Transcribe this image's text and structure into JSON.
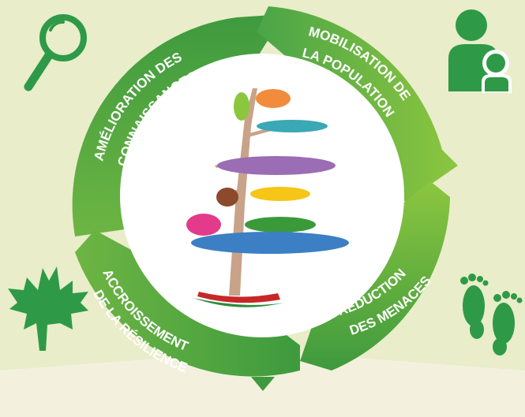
{
  "segments": {
    "knowledge": {
      "line1": "AMÉLIORATION DES",
      "line2": "CONNAISSANCES",
      "icon": "magnifier-icon"
    },
    "population": {
      "line1": "MOBILISATION DE",
      "line2": "LA POPULATION",
      "icon": "parent-child-icon"
    },
    "threats": {
      "line1": "RÉDUCTION",
      "line2": "DES MENACES",
      "icon": "footprints-icon"
    },
    "resilience": {
      "line1": "ACCROISSEMENT",
      "line2": "DE LA RÉSILIENCE",
      "icon": "maple-leaf-icon"
    }
  },
  "center": {
    "icon": "biodiversity-tree-icon"
  },
  "colors": {
    "background": "#f3f1de",
    "light_band": "#e7ebc6",
    "arrow_dark": "#3e9a3e",
    "arrow_light": "#8cc63f",
    "icon_green": "#2e9a47",
    "center": "#ffffff"
  }
}
